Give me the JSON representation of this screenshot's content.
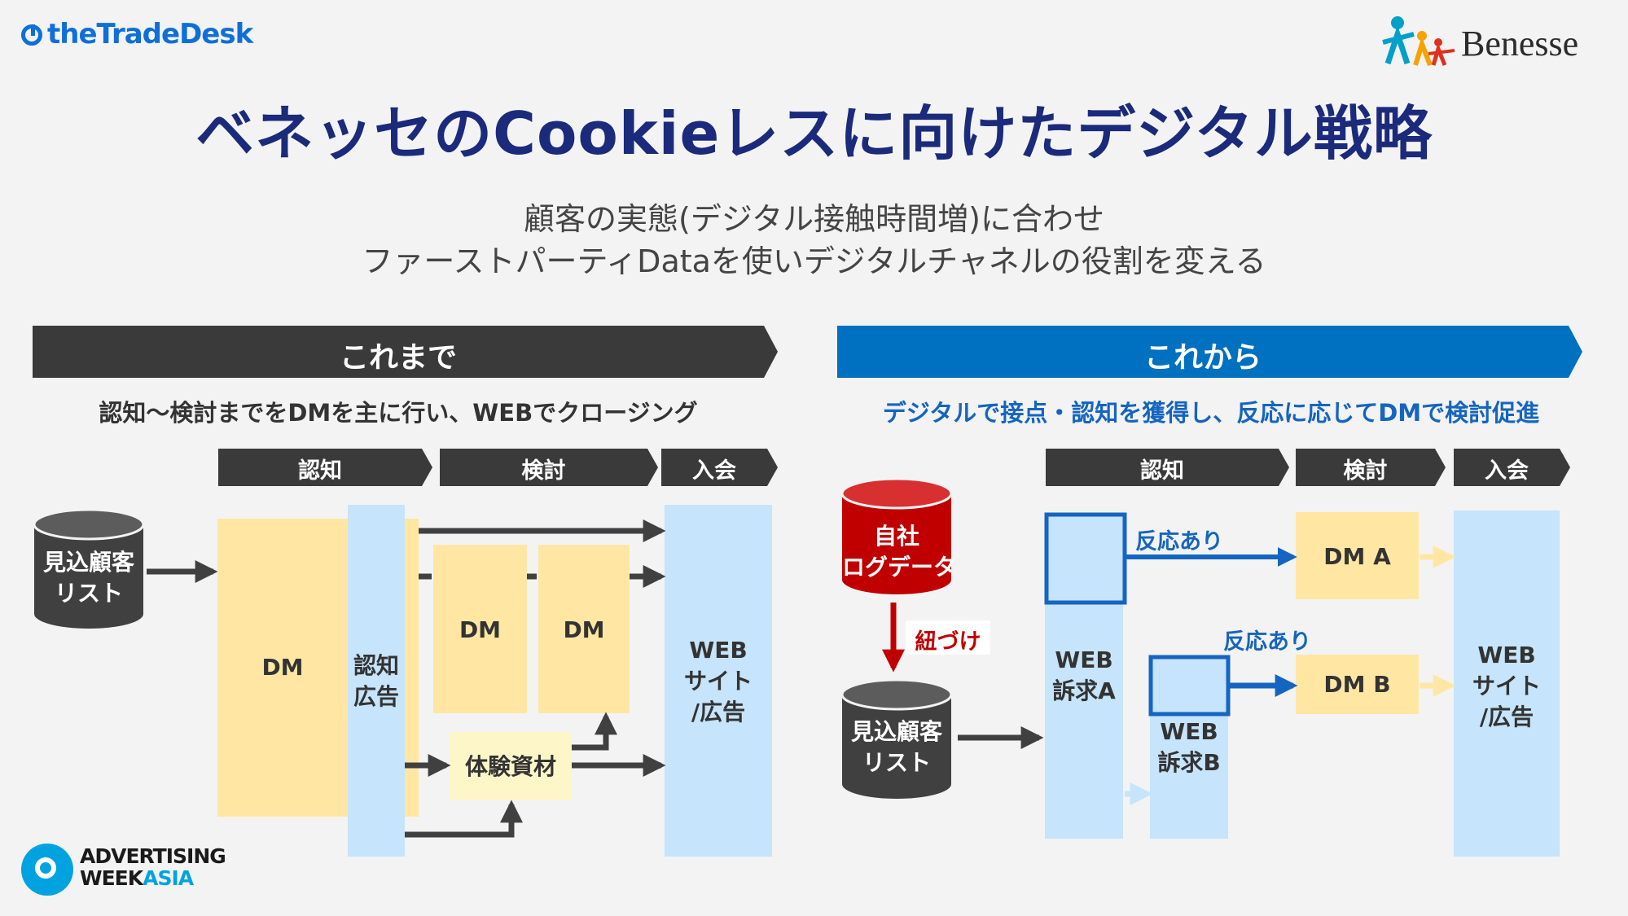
{
  "header": {
    "ttd_logo": "theTradeDesk",
    "benesse_logo": "Benesse",
    "title": "ベネッセのCookieレスに向けたデジタル戦略",
    "subtitle_line1": "顧客の実態(デジタル接触時間増)に合わせ",
    "subtitle_line2": "ファーストパーティDataを使いデジタルチャネルの役割を変える"
  },
  "left": {
    "banner": "これまで",
    "description": "認知～検討までをDMを主に行い、WEBでクロージング",
    "stages": [
      "認知",
      "検討",
      "入会"
    ],
    "prospect_list_1": "見込顧客",
    "prospect_list_2": "リスト",
    "dm_main": "DM",
    "awareness_ad_1": "認知",
    "awareness_ad_2": "広告",
    "dm_1": "DM",
    "dm_2": "DM",
    "trial_material": "体験資材",
    "web_1": "WEB",
    "web_2": "サイト",
    "web_3": "/広告"
  },
  "right": {
    "banner": "これから",
    "description": "デジタルで接点・認知を獲得し、反応に応じてDMで検討促進",
    "stages": [
      "認知",
      "検討",
      "入会"
    ],
    "own_log_1": "自社",
    "own_log_2": "ログデータ",
    "link_label": "紐づけ",
    "prospect_list_1": "見込顧客",
    "prospect_list_2": "リスト",
    "web_appeal_a_1": "WEB",
    "web_appeal_a_2": "訴求A",
    "web_appeal_b_1": "WEB",
    "web_appeal_b_2": "訴求B",
    "response_1": "反応あり",
    "response_2": "反応あり",
    "dm_a": "DM A",
    "dm_b": "DM B",
    "web_1": "WEB",
    "web_2": "サイト",
    "web_3": "/広告"
  },
  "footer": {
    "aw_line1": "ADVERTISING",
    "aw_line2a": "WEEK",
    "aw_line2b": "ASIA"
  },
  "colors": {
    "dark_banner": "#3a3a3a",
    "blue_banner": "#0070c0",
    "title": "#1b2a7a",
    "yellow_box": "#ffe7a3",
    "blue_box": "#c6e4fb",
    "cylinder_dark": "#404040",
    "cylinder_red": "#c00000",
    "arrow_dark": "#404040",
    "arrow_blue": "#1565c0"
  }
}
